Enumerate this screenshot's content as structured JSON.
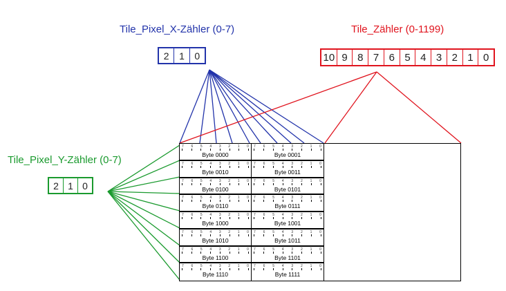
{
  "x_counter": {
    "label": "Tile_Pixel_X-Zähler (0-7)",
    "bits": [
      "2",
      "1",
      "0"
    ],
    "color": "#2233aa"
  },
  "tile_counter": {
    "label": "Tile_Zähler (0-1199)",
    "bits": [
      "10",
      "9",
      "8",
      "7",
      "6",
      "5",
      "4",
      "3",
      "2",
      "1",
      "0"
    ],
    "color": "#e0141e"
  },
  "y_counter": {
    "label": "Tile_Pixel_Y-Zähler (0-7)",
    "bits": [
      "2",
      "1",
      "0"
    ],
    "color": "#1a9a2e"
  },
  "bit_numbers": [
    "7",
    "6",
    "5",
    "4",
    "3",
    "2",
    "1",
    "0"
  ],
  "bytes": [
    "Byte 0000",
    "Byte 0001",
    "Byte 0010",
    "Byte 0011",
    "Byte 0100",
    "Byte 0101",
    "Byte 0110",
    "Byte 0111",
    "Byte 1000",
    "Byte 1001",
    "Byte 1010",
    "Byte 1011",
    "Byte 1100",
    "Byte 1101",
    "Byte 1110",
    "Byte 1111"
  ]
}
